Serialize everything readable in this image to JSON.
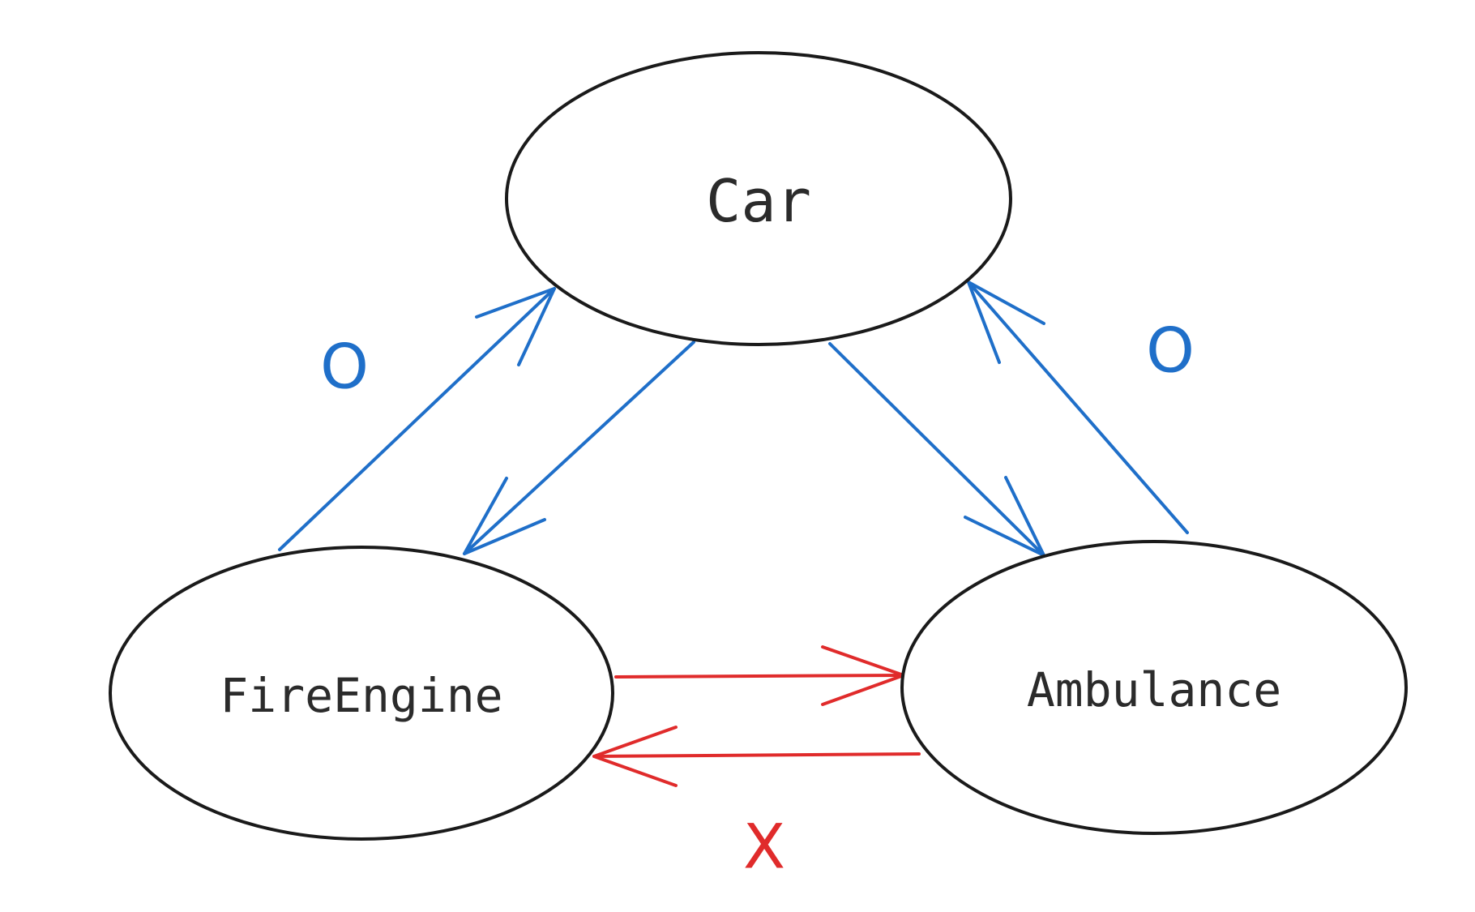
{
  "colors": {
    "allowed": "#1f6fc9",
    "denied": "#e02b2b",
    "node_stroke": "#1a1a1a",
    "label_text": "#2b2b2b"
  },
  "nodes": {
    "car": {
      "label": "Car"
    },
    "fire_engine": {
      "label": "FireEngine"
    },
    "ambulance": {
      "label": "Ambulance"
    }
  },
  "edges": [
    {
      "from": "FireEngine",
      "to": "Car",
      "status": "allowed"
    },
    {
      "from": "Car",
      "to": "FireEngine",
      "status": "allowed"
    },
    {
      "from": "Car",
      "to": "Ambulance",
      "status": "allowed"
    },
    {
      "from": "Ambulance",
      "to": "Car",
      "status": "allowed"
    },
    {
      "from": "FireEngine",
      "to": "Ambulance",
      "status": "denied"
    },
    {
      "from": "Ambulance",
      "to": "FireEngine",
      "status": "denied"
    }
  ],
  "marks": {
    "left": "O",
    "right": "O",
    "bottom": "X"
  }
}
